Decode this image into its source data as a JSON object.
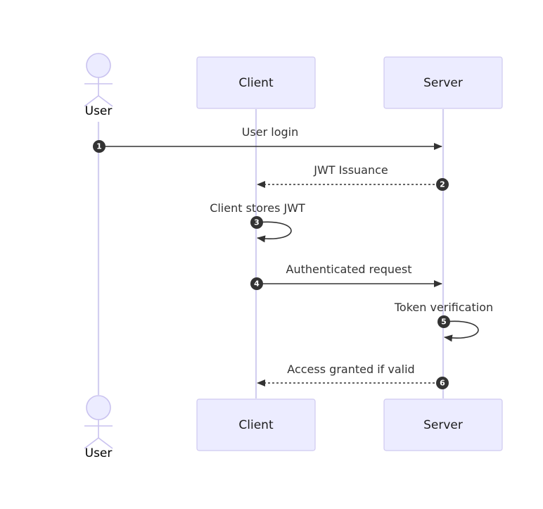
{
  "diagram": {
    "participants": [
      {
        "id": "user",
        "label": "User",
        "kind": "actor"
      },
      {
        "id": "client",
        "label": "Client",
        "kind": "box"
      },
      {
        "id": "server",
        "label": "Server",
        "kind": "box"
      }
    ],
    "messages": [
      {
        "num": "1",
        "label": "User login",
        "from": "user",
        "to": "server",
        "style": "solid"
      },
      {
        "num": "2",
        "label": "JWT Issuance",
        "from": "server",
        "to": "client",
        "style": "dashed"
      },
      {
        "num": "3",
        "label": "Client stores JWT",
        "from": "client",
        "to": "client",
        "style": "self"
      },
      {
        "num": "4",
        "label": "Authenticated request",
        "from": "client",
        "to": "server",
        "style": "solid"
      },
      {
        "num": "5",
        "label": "Token verification",
        "from": "server",
        "to": "server",
        "style": "self"
      },
      {
        "num": "6",
        "label": "Access granted if valid",
        "from": "server",
        "to": "client",
        "style": "dashed"
      }
    ]
  },
  "colors": {
    "box_fill": "#ececff",
    "box_stroke": "#cfc9f0",
    "line": "#333333",
    "lifeline": "#d3cff0"
  }
}
